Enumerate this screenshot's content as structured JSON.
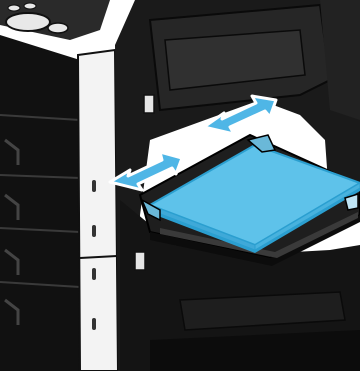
{
  "illustration": {
    "subject": "printer-bypass-tray-paper-loading",
    "colors": {
      "background": "#ffffff",
      "body_dark": "#111111",
      "body_mid": "#2a2a2a",
      "panel_light": "#f2f2f2",
      "paper": "#5ec2ea",
      "paper_edge": "#2b9fd0",
      "arrow_fill": "#4fb6e6",
      "arrow_stroke": "#ffffff"
    },
    "icons": {
      "guide_arrow_left": "double-arrow-horizontal",
      "guide_arrow_right": "double-arrow-horizontal"
    }
  }
}
